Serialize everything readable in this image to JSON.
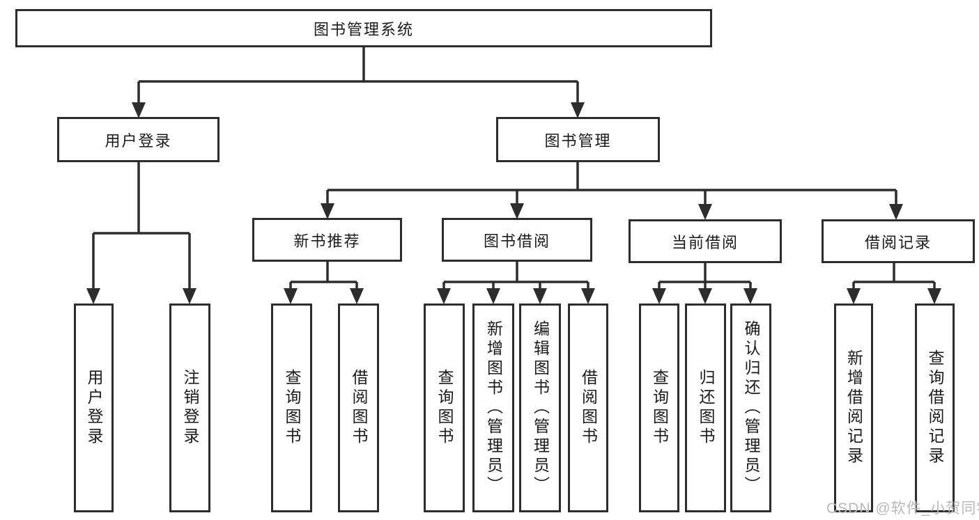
{
  "watermark": {
    "text": "CSDN @软件_小贺同学"
  },
  "colors": {
    "line": "#2d2d2d",
    "box_border": "#2d2d2d",
    "box_background": "#ffffff",
    "text": "#1a1a1a",
    "watermark": "#b9b9b9"
  },
  "tree": {
    "label": "图书管理系统",
    "children": [
      {
        "label": "用户登录",
        "children": [
          {
            "label": "用户登录"
          },
          {
            "label": "注销登录"
          }
        ]
      },
      {
        "label": "图书管理",
        "children": [
          {
            "label": "新书推荐",
            "children": [
              {
                "label": "查询图书"
              },
              {
                "label": "借阅图书"
              }
            ]
          },
          {
            "label": "图书借阅",
            "children": [
              {
                "label": "查询图书"
              },
              {
                "label": "新增图书（管理员）"
              },
              {
                "label": "编辑图书（管理员）"
              },
              {
                "label": "借阅图书"
              }
            ]
          },
          {
            "label": "当前借阅",
            "children": [
              {
                "label": "查询图书"
              },
              {
                "label": "归还图书"
              },
              {
                "label": "确认归还（管理员）"
              }
            ]
          },
          {
            "label": "借阅记录",
            "children": [
              {
                "label": "新增借阅记录"
              },
              {
                "label": "查询借阅记录"
              }
            ]
          }
        ]
      }
    ]
  }
}
